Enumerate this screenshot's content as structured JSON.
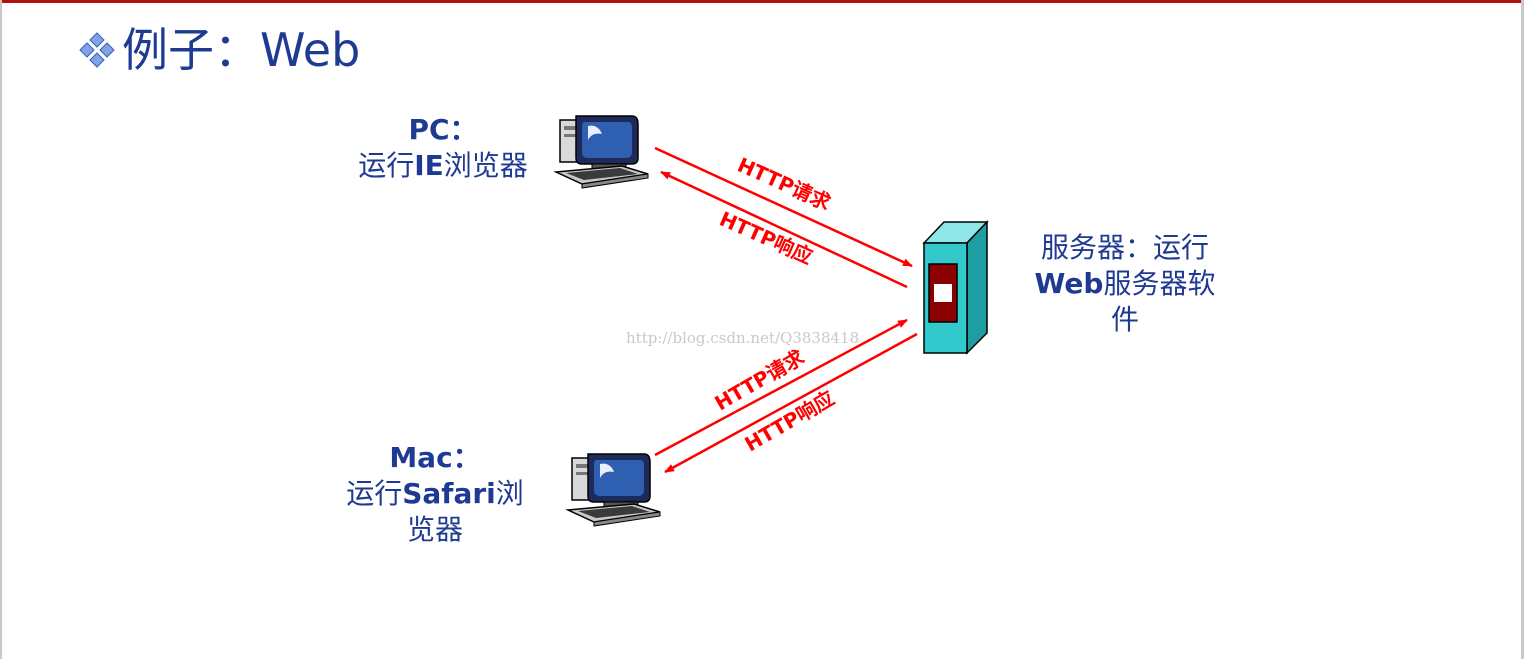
{
  "title": "例子：Web",
  "pc": {
    "line1": "PC：",
    "line2_prefix": "运行",
    "line2_bold": "IE",
    "line2_suffix": "浏览器"
  },
  "mac": {
    "line1": "Mac：",
    "line2_prefix": "运行",
    "line2_bold": "Safari",
    "line2_suffix": "浏",
    "line3": "览器"
  },
  "server": {
    "line1": "服务器：运行",
    "line2_bold": "Web",
    "line2_suffix": "服务器软",
    "line3": "件"
  },
  "arrows": {
    "pc_request": "HTTP请求",
    "pc_response": "HTTP响应",
    "mac_request": "HTTP请求",
    "mac_response": "HTTP响应"
  },
  "watermark": "http://blog.csdn.net/Q3838418",
  "colors": {
    "text_blue": "#1f3a93",
    "arrow_red": "#ff0000",
    "server_teal": "#33c9cc",
    "server_panel": "#8b0000"
  },
  "icons": {
    "title_bullet": "diamond-bullet-icon",
    "pc": "desktop-computer-icon",
    "mac": "desktop-computer-icon",
    "server": "server-tower-icon"
  }
}
